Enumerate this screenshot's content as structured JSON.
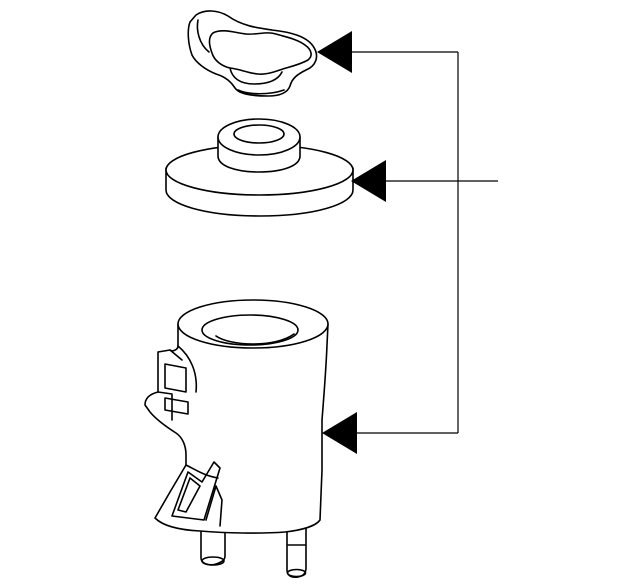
{
  "diagram": {
    "parts": [
      {
        "name": "cap"
      },
      {
        "name": "gasket"
      },
      {
        "name": "reservoir"
      }
    ],
    "leader_arrow_count": 3
  },
  "colors": {
    "line": "#000000",
    "fill": "#ffffff"
  }
}
